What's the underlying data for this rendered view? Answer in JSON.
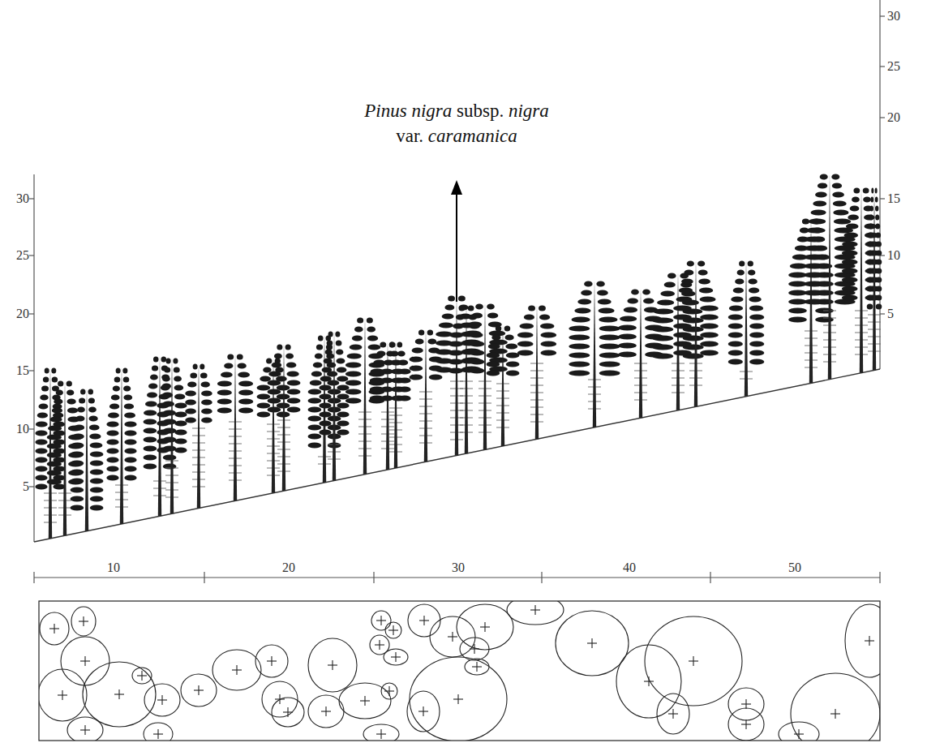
{
  "diagram": {
    "labels": [
      "Pinus nigra subsp. nigra var. caramanica",
      "30",
      "25",
      "20",
      "15",
      "10",
      "5",
      "30",
      "25",
      "20",
      "15",
      "10",
      "5",
      "10",
      "20",
      "30",
      "40",
      "50"
    ]
  }
}
